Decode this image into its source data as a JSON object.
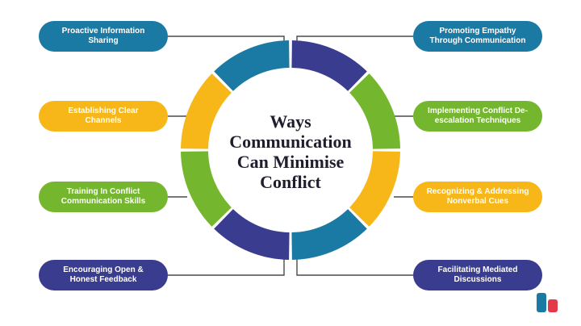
{
  "diagram": {
    "title_lines": [
      "Ways",
      "Communication",
      "Can Minimise",
      "Conflict"
    ],
    "colors": {
      "blue": "#1b7aa3",
      "navy": "#3a3d8f",
      "yellow": "#f7b718",
      "green": "#74b72e",
      "connector": "#4a4a4a",
      "title_text": "#1e1e2e"
    },
    "items": [
      {
        "side": "left",
        "color": "blue",
        "lines": [
          "Proactive Information",
          "Sharing"
        ]
      },
      {
        "side": "left",
        "color": "yellow",
        "lines": [
          "Establishing Clear",
          "Channels"
        ]
      },
      {
        "side": "left",
        "color": "green",
        "lines": [
          "Training In Conflict",
          "Communication Skills"
        ]
      },
      {
        "side": "left",
        "color": "navy",
        "lines": [
          "Encouraging Open &",
          "Honest Feedback"
        ]
      },
      {
        "side": "right",
        "color": "blue",
        "lines": [
          "Promoting Empathy",
          "Through Communication"
        ]
      },
      {
        "side": "right",
        "color": "green",
        "lines": [
          "Implementing Conflict De-",
          "escalation Techniques"
        ]
      },
      {
        "side": "right",
        "color": "yellow",
        "lines": [
          "Recognizing & Addressing",
          "Nonverbal Cues"
        ]
      },
      {
        "side": "right",
        "color": "navy",
        "lines": [
          "Facilitating Mediated",
          "Discussions"
        ]
      }
    ],
    "ring_segments": [
      {
        "color": "navy"
      },
      {
        "color": "green"
      },
      {
        "color": "yellow"
      },
      {
        "color": "blue"
      },
      {
        "color": "navy"
      },
      {
        "color": "green"
      },
      {
        "color": "yellow"
      },
      {
        "color": "blue"
      }
    ],
    "logo": {
      "icon": "brand-logo-icon",
      "colors": [
        "#1b7aa3",
        "#e2394b"
      ]
    }
  }
}
